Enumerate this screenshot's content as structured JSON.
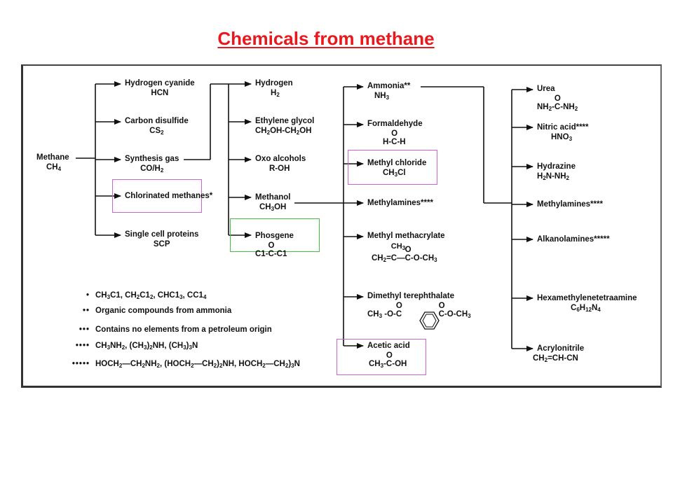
{
  "title": "Chemicals from methane",
  "colors": {
    "title": "#e8191c",
    "highlight_purple": "#cc66cc",
    "highlight_green": "#44bb44",
    "ink": "#111111"
  },
  "root": {
    "label": "Methane",
    "formula": "CH4"
  },
  "column1": [
    {
      "label": "Hydrogen cyanide",
      "formula": "HCN"
    },
    {
      "label": "Carbon disulfide",
      "formula": "CS2"
    },
    {
      "label": "Synthesis gas",
      "formula": "CO/H2"
    },
    {
      "label": "Chlorinated methanes*",
      "formula": ""
    },
    {
      "label": "Single cell proteins",
      "formula": "SCP"
    }
  ],
  "column2": [
    {
      "label": "Hydrogen",
      "formula": "H2"
    },
    {
      "label": "Ethylene glycol",
      "formula": "CH2OH-CH2OH"
    },
    {
      "label": "Oxo alcohols",
      "formula": "R-OH"
    },
    {
      "label": "Methanol",
      "formula": "CH3OH"
    },
    {
      "label": "Phosgene",
      "formula": "C1-C-C1"
    }
  ],
  "column3": [
    {
      "label": "Ammonia**",
      "formula": "NH3"
    },
    {
      "label": "Formaldehyde",
      "formula": "H-C-H"
    },
    {
      "label": "Methyl chloride",
      "formula": "CH3Cl"
    },
    {
      "label": "Methylamines****",
      "formula": ""
    },
    {
      "label": "Methyl methacrylate",
      "formula": "CH2=C—C-O-CH3"
    },
    {
      "label": "Dimethyl terephthalate",
      "formula": "CH3-O-C — C-O-CH3"
    },
    {
      "label": "Acetic acid",
      "formula": "CH3-C-OH"
    }
  ],
  "column4": [
    {
      "label": "Urea",
      "formula": "NH2-C-NH2"
    },
    {
      "label": "Nitric acid****",
      "formula": "HNO3"
    },
    {
      "label": "Hydrazine",
      "formula": "H2N-NH2"
    },
    {
      "label": "Methylamines****",
      "formula": ""
    },
    {
      "label": "Alkanolamines*****",
      "formula": ""
    },
    {
      "label": "Hexamethylenetetraamine",
      "formula": "C6H12N4"
    },
    {
      "label": "Acrylonitrile",
      "formula": "CH2=CH-CN"
    }
  ],
  "legend": [
    {
      "symbol": "•",
      "text": "CH3C1, CH2C12, CHC13, CC14"
    },
    {
      "symbol": "••",
      "text": "Organic compounds from ammonia"
    },
    {
      "symbol": "•••",
      "text": "Contains no elements from a petroleum origin"
    },
    {
      "symbol": "••••",
      "text": "CH3NH2, (CH3)2NH, (CH3)3N"
    },
    {
      "symbol": "•••••",
      "text": "HOCH2—CH2NH2, (HOCH2—CH2)2NH, HOCH2—CH2)3N"
    }
  ],
  "fragments": {
    "carbonyl_o": "O",
    "ch3_sub": "CH3"
  }
}
